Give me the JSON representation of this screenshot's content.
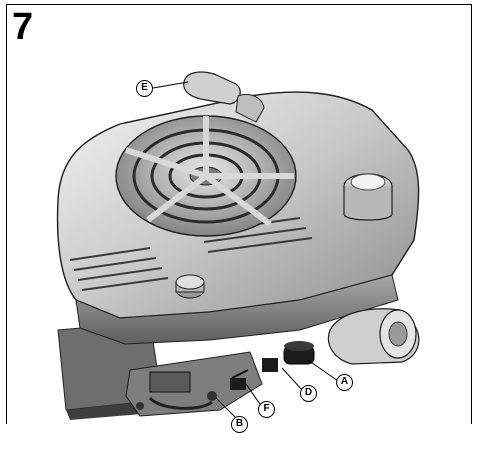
{
  "figure": {
    "number": "7",
    "callouts": {
      "a": "A",
      "b": "B",
      "d": "D",
      "e": "E",
      "f": "F"
    }
  }
}
